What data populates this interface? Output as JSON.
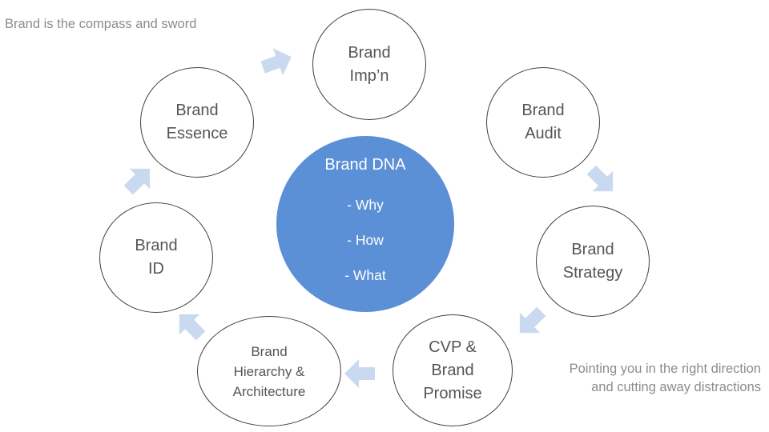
{
  "captions": {
    "top_left": "Brand is the compass and sword",
    "bottom_right": "Pointing you in the right direction and cutting away distractions"
  },
  "center": {
    "title": "Brand DNA",
    "items": [
      "- Why",
      "- How",
      "- What"
    ]
  },
  "nodes": {
    "impression": [
      "Brand",
      "Imp’n"
    ],
    "audit": [
      "Brand",
      "Audit"
    ],
    "strategy": [
      "Brand",
      "Strategy"
    ],
    "cvp": [
      "CVP &",
      "Brand",
      "Promise"
    ],
    "hierarchy": [
      "Brand",
      "Hierarchy &",
      "Architecture"
    ],
    "id": [
      "Brand",
      "ID"
    ],
    "essence": [
      "Brand",
      "Essence"
    ]
  },
  "colors": {
    "center_fill": "#5b8fd6",
    "arrow_fill": "#c9daf0",
    "node_border": "#404040",
    "node_text": "#555555",
    "caption_text": "#8c8c8c"
  }
}
